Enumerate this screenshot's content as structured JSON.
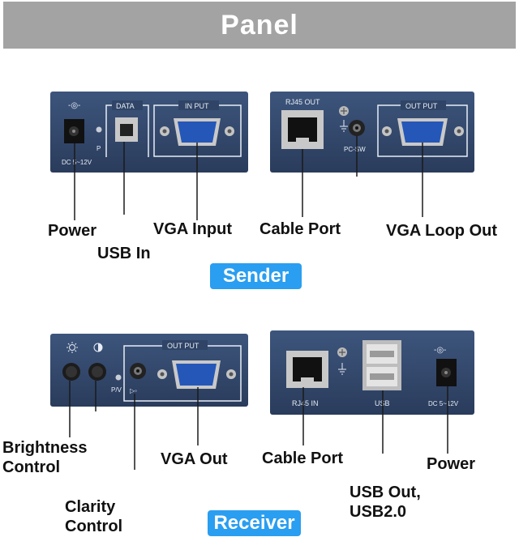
{
  "header": {
    "title": "Panel"
  },
  "sender": {
    "badge": "Sender",
    "left_panel": {
      "dc_label": "DC 5~12V",
      "data_label": "DATA",
      "input_label": "IN PUT",
      "p_label": "P"
    },
    "right_panel": {
      "rj45_label": "RJ45 OUT",
      "pcsw_label": "PC-SW",
      "output_label": "OUT PUT"
    },
    "callouts": {
      "power": "Power",
      "usb_in": "USB In",
      "vga_input": "VGA Input",
      "cable_port": "Cable Port",
      "vga_loop_out": "VGA Loop Out"
    }
  },
  "receiver": {
    "badge": "Receiver",
    "left_panel": {
      "output_label": "OUT PUT",
      "pv_label": "P/V"
    },
    "right_panel": {
      "rj45_label": "RJ45 IN",
      "usb_label": "USB",
      "dc_label": "DC 5~12V"
    },
    "callouts": {
      "brightness_1": "Brightness",
      "brightness_2": "Control",
      "clarity_1": "Clarity",
      "clarity_2": "Control",
      "vga_out": "VGA Out",
      "cable_port": "Cable Port",
      "power": "Power",
      "usb_out_1": "USB Out,",
      "usb_out_2": "USB2.0"
    }
  },
  "colors": {
    "panel": "#2f4466",
    "badge": "#2a9ef0",
    "header": "#a3a3a3"
  }
}
